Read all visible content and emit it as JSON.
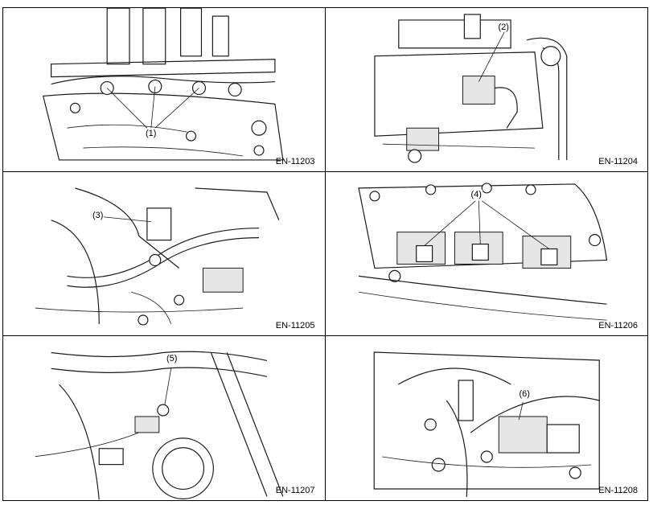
{
  "figures": [
    {
      "code": "EN-11203",
      "callout": "(1)"
    },
    {
      "code": "EN-11204",
      "callout": "(2)"
    },
    {
      "code": "EN-11205",
      "callout": "(3)"
    },
    {
      "code": "EN-11206",
      "callout": "(4)"
    },
    {
      "code": "EN-11207",
      "callout": "(5)"
    },
    {
      "code": "EN-11208",
      "callout": "(6)"
    }
  ],
  "colors": {
    "line": "#1a1a1a",
    "border": "#000000",
    "background": "#ffffff"
  }
}
